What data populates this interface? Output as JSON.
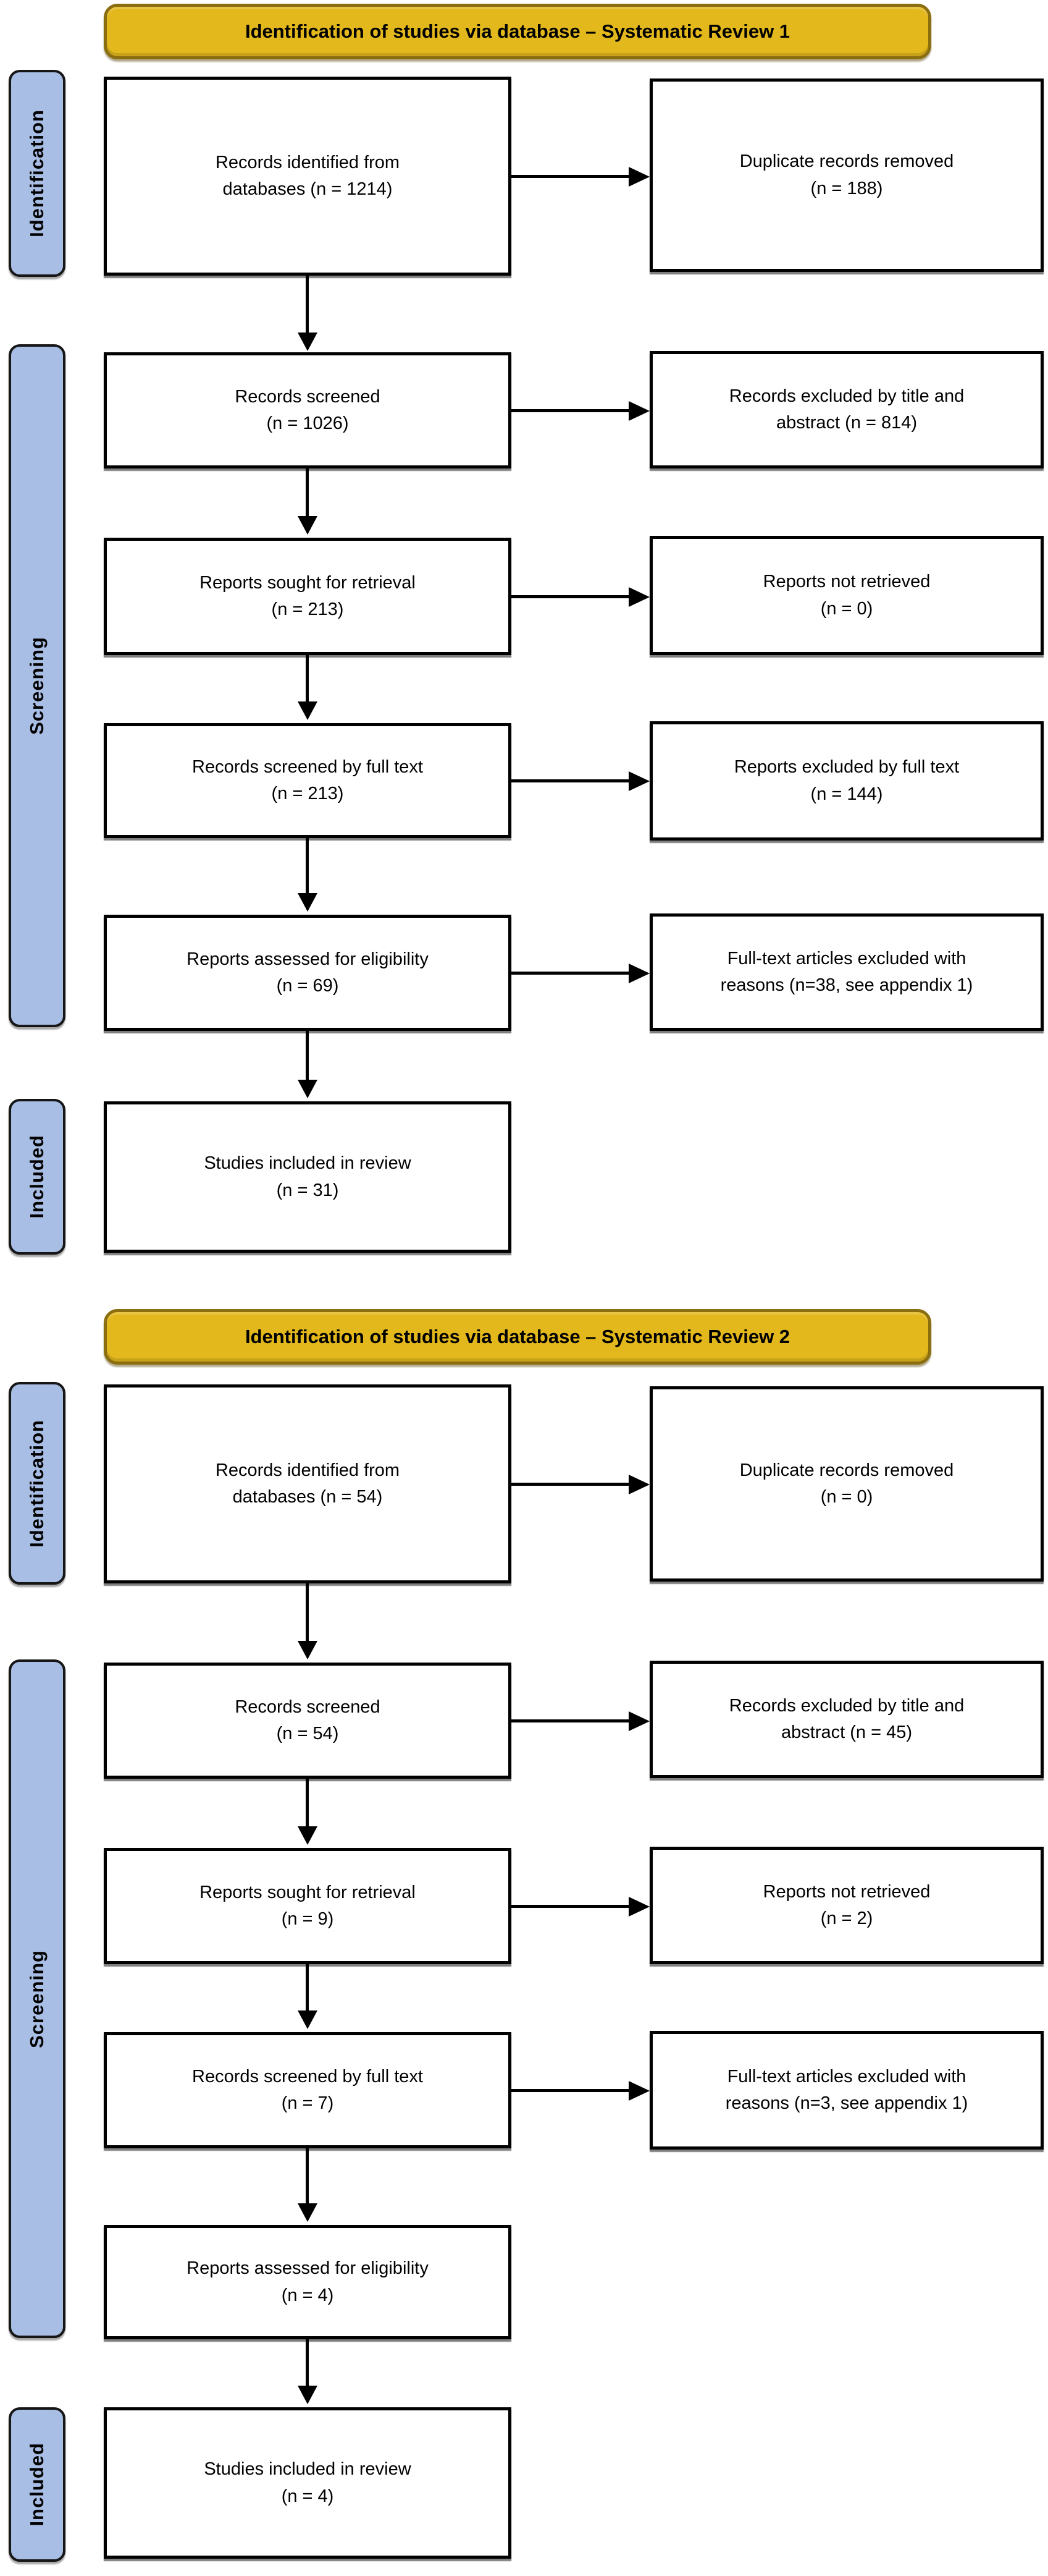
{
  "figure": "PRISMA flow diagram",
  "colors": {
    "header_fill": "#E2B81D",
    "header_border": "#8B6E10",
    "stage_fill": "#A9BEE5",
    "stage_border": "#161616",
    "box_border": "#000000",
    "box_fill": "#ffffff",
    "text": "#000000"
  },
  "sections": [
    {
      "header": "Identification of studies via database – Systematic Review 1",
      "stages": [
        {
          "label": "Identification"
        },
        {
          "label": "Screening"
        },
        {
          "label": "Included"
        }
      ],
      "rows": [
        {
          "left": {
            "l1": "Records identified from",
            "l2": "databases (n = 1214)"
          },
          "right": {
            "l1": "Duplicate records removed",
            "l2": "(n = 188)"
          }
        },
        {
          "left": {
            "l1": "Records screened",
            "l2": "(n = 1026)"
          },
          "right": {
            "l1": "Records excluded by title and",
            "l2": "abstract (n = 814)"
          }
        },
        {
          "left": {
            "l1": "Reports sought for retrieval",
            "l2": "(n = 213)"
          },
          "right": {
            "l1": "Reports not retrieved",
            "l2": "(n = 0)"
          }
        },
        {
          "left": {
            "l1": "Records screened by full text",
            "l2": "(n = 213)"
          },
          "right": {
            "l1": "Reports excluded by full text",
            "l2": "(n = 144)"
          }
        },
        {
          "left": {
            "l1": "Reports assessed for eligibility",
            "l2": "(n = 69)"
          },
          "right": {
            "l1": "Full-text articles excluded with",
            "l2": "reasons (n=38, see appendix 1)"
          }
        },
        {
          "left": {
            "l1": "Studies included in review",
            "l2": "(n = 31)"
          }
        }
      ]
    },
    {
      "header": "Identification of studies via database – Systematic Review 2",
      "stages": [
        {
          "label": "Identification"
        },
        {
          "label": "Screening"
        },
        {
          "label": "Included"
        }
      ],
      "rows": [
        {
          "left": {
            "l1": "Records identified from",
            "l2": "databases (n = 54)"
          },
          "right": {
            "l1": "Duplicate records removed",
            "l2": "(n = 0)"
          }
        },
        {
          "left": {
            "l1": "Records screened",
            "l2": "(n = 54)"
          },
          "right": {
            "l1": "Records excluded by title and",
            "l2": "abstract (n = 45)"
          }
        },
        {
          "left": {
            "l1": "Reports sought for retrieval",
            "l2": "(n = 9)"
          },
          "right": {
            "l1": "Reports not retrieved",
            "l2": "(n = 2)"
          }
        },
        {
          "left": {
            "l1": "Records screened by full text",
            "l2": "(n = 7)"
          },
          "right": {
            "l1": "Full-text articles excluded with",
            "l2": "reasons (n=3, see appendix 1)"
          }
        },
        {
          "left": {
            "l1": "Reports assessed for eligibility",
            "l2": "(n = 4)"
          }
        },
        {
          "left": {
            "l1": "Studies included in review",
            "l2": "(n = 4)"
          }
        }
      ]
    }
  ]
}
